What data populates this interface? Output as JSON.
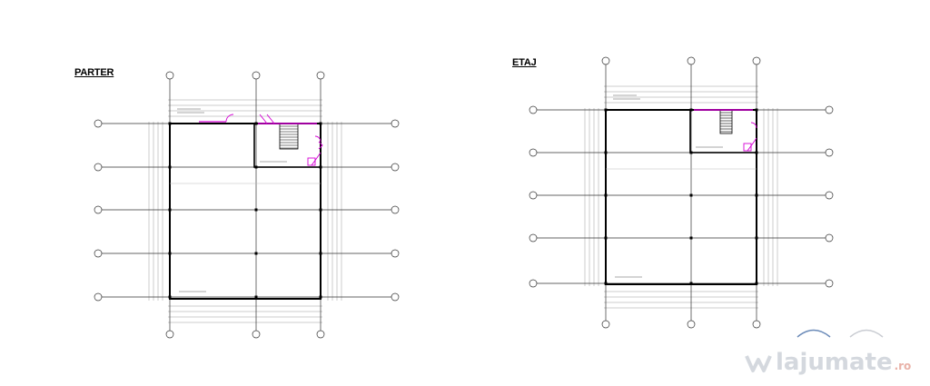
{
  "plans": [
    {
      "id": "ground",
      "title": "PARTER",
      "grid_col_labels": [
        "",
        "",
        ""
      ],
      "grid_row_labels": [
        "",
        "",
        "",
        "",
        ""
      ]
    },
    {
      "id": "upper",
      "title": "ETAJ",
      "grid_col_labels": [
        "",
        "",
        ""
      ],
      "grid_row_labels": [
        "",
        "",
        "",
        "",
        ""
      ]
    }
  ],
  "watermark": {
    "text": "lajumate",
    "tld": ".ro"
  },
  "colors": {
    "wall": "#000000",
    "grid": "#333333",
    "door": "#d400d4",
    "bg": "#ffffff",
    "watermark": "#d4d8de"
  }
}
